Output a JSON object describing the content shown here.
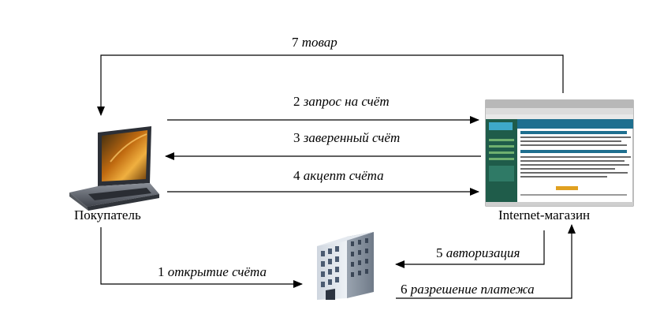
{
  "nodes": {
    "buyer": "Покупатель",
    "shop": "Internet-магазин"
  },
  "steps": [
    {
      "num": "1",
      "text": "открытие счёта"
    },
    {
      "num": "2",
      "text": "запрос на счёт"
    },
    {
      "num": "3",
      "text": "заверенный счёт"
    },
    {
      "num": "4",
      "text": "акцепт счёта"
    },
    {
      "num": "5",
      "text": "авторизация"
    },
    {
      "num": "6",
      "text": "разрешение платежа"
    },
    {
      "num": "7",
      "text": "товар"
    }
  ],
  "icons": {
    "buyer": "laptop-icon",
    "shop": "web-page-screenshot-icon",
    "bank": "office-building-icon"
  }
}
